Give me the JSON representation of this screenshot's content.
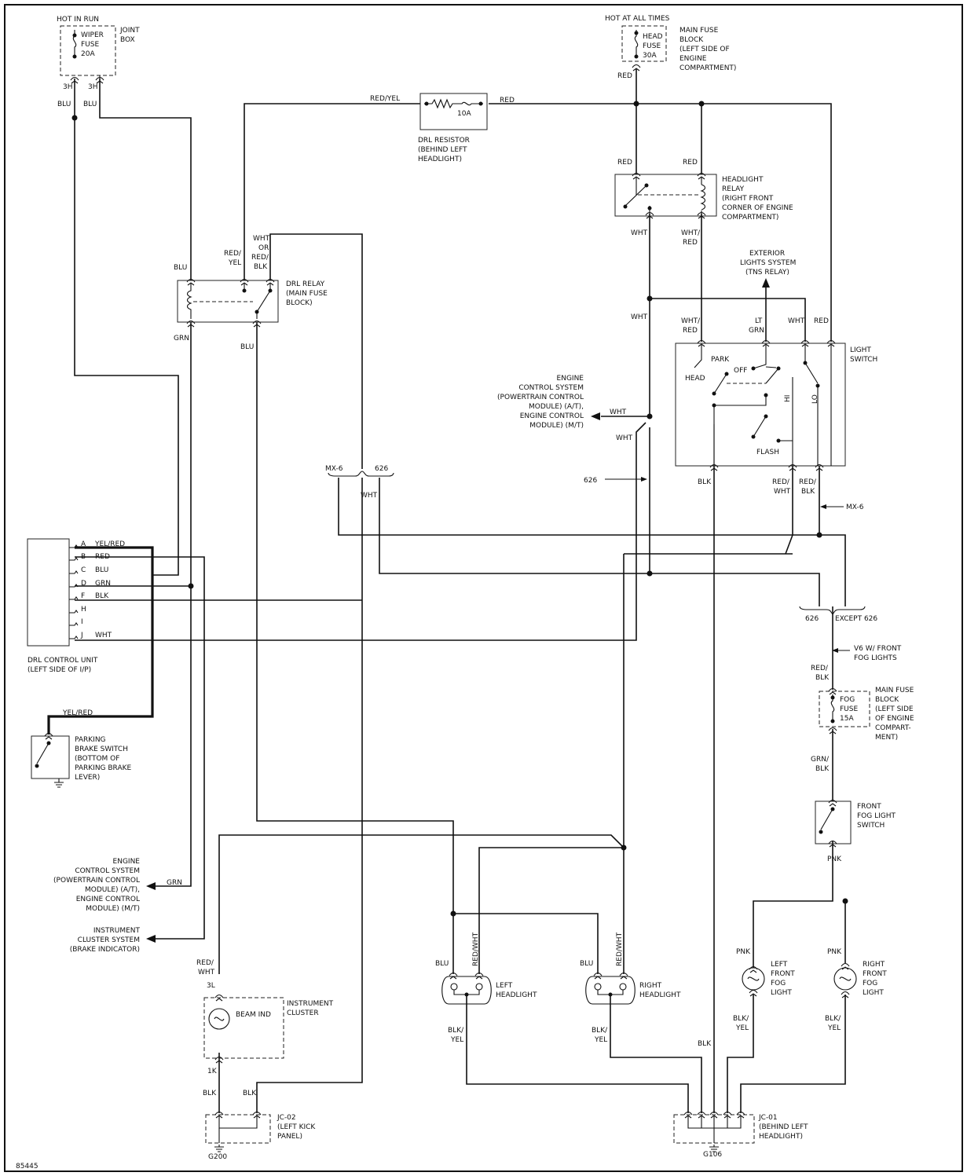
{
  "labels": {
    "hot_in_run": "HOT IN RUN",
    "wiper_fuse": [
      "WIPER",
      "FUSE",
      "20A"
    ],
    "joint_box": [
      "JOINT",
      "BOX"
    ],
    "pin_3h": "3H",
    "blu": "BLU",
    "hot_at_all_times": "HOT AT ALL TIMES",
    "head_fuse": [
      "HEAD",
      "FUSE",
      "30A"
    ],
    "main_fuse_block_top": [
      "MAIN FUSE",
      "BLOCK",
      "(LEFT SIDE OF",
      "ENGINE",
      "COMPARTMENT)"
    ],
    "red": "RED",
    "red_yel": "RED/YEL",
    "resistor_fuse": "10A",
    "drl_resistor": [
      "DRL RESISTOR",
      "(BEHIND LEFT",
      "HEADLIGHT)"
    ],
    "headlight_relay": [
      "HEADLIGHT",
      "RELAY",
      "(RIGHT FRONT",
      "CORNER OF ENGINE",
      "COMPARTMENT)"
    ],
    "wht": "WHT",
    "wht_red": [
      "WHT/",
      "RED"
    ],
    "exterior_lights": [
      "EXTERIOR",
      "LIGHTS SYSTEM",
      "(TNS RELAY)"
    ],
    "lt_grn": [
      "LT",
      "GRN"
    ],
    "light_switch": [
      "LIGHT",
      "SWITCH"
    ],
    "park": "PARK",
    "off": "OFF",
    "head": "HEAD",
    "hi": "HI",
    "lo": "LO",
    "flash": "FLASH",
    "red_yel_stack": [
      "RED/",
      "YEL"
    ],
    "wht_or_red_blk": [
      "WHT",
      "OR",
      "RED/",
      "BLK"
    ],
    "drl_relay": [
      "DRL RELAY",
      "(MAIN FUSE",
      "BLOCK)"
    ],
    "grn": "GRN",
    "engine_control_right": [
      "ENGINE",
      "CONTROL SYSTEM",
      "(POWERTRAIN CONTROL",
      "MODULE) (A/T),",
      "ENGINE CONTROL",
      "MODULE) (M/T)"
    ],
    "mx6": "MX-6",
    "code_626": "626",
    "blk": "BLK",
    "red_wht": [
      "RED/",
      "WHT"
    ],
    "red_blk": [
      "RED/",
      "BLK"
    ],
    "except_626": "EXCEPT 626",
    "drl_pins": [
      {
        "pin": "A",
        "wire": "YEL/RED"
      },
      {
        "pin": "B",
        "wire": "RED"
      },
      {
        "pin": "C",
        "wire": "BLU"
      },
      {
        "pin": "D",
        "wire": "GRN"
      },
      {
        "pin": "F",
        "wire": "BLK"
      },
      {
        "pin": "H",
        "wire": ""
      },
      {
        "pin": "I",
        "wire": ""
      },
      {
        "pin": "J",
        "wire": "WHT"
      }
    ],
    "drl_control_unit": [
      "DRL CONTROL UNIT",
      "(LEFT SIDE OF I/P)"
    ],
    "yel_red": "YEL/RED",
    "parking_brake": [
      "PARKING",
      "BRAKE SWITCH",
      "(BOTTOM OF",
      "PARKING BRAKE",
      "LEVER)"
    ],
    "v6_fog": [
      "V6 W/ FRONT",
      "FOG LIGHTS"
    ],
    "fog_fuse": [
      "FOG",
      "FUSE",
      "15A"
    ],
    "main_fuse_block_right": [
      "MAIN FUSE",
      "BLOCK",
      "(LEFT SIDE",
      "OF ENGINE",
      "COMPART-",
      "MENT)"
    ],
    "grn_blk": [
      "GRN/",
      "BLK"
    ],
    "front_fog_switch": [
      "FRONT",
      "FOG LIGHT",
      "SWITCH"
    ],
    "pnk": "PNK",
    "engine_control_left": [
      "ENGINE",
      "CONTROL SYSTEM",
      "(POWERTRAIN CONTROL",
      "MODULE) (A/T),",
      "ENGINE CONTROL",
      "MODULE) (M/T)"
    ],
    "instrument_cluster_system": [
      "INSTRUMENT",
      "CLUSTER SYSTEM",
      "(BRAKE INDICATOR)"
    ],
    "pin_3l": "3L",
    "pin_1k": "1K",
    "beam_ind": "BEAM IND",
    "instrument_cluster": [
      "INSTRUMENT",
      "CLUSTER"
    ],
    "red_wht_vert": "RED/WHT",
    "left_headlight": [
      "LEFT",
      "HEADLIGHT"
    ],
    "right_headlight": [
      "RIGHT",
      "HEADLIGHT"
    ],
    "blk_yel": [
      "BLK/",
      "YEL"
    ],
    "left_fog": [
      "LEFT",
      "FRONT",
      "FOG",
      "LIGHT"
    ],
    "right_fog": [
      "RIGHT",
      "FRONT",
      "FOG",
      "LIGHT"
    ],
    "jc02": [
      "JC-02",
      "(LEFT KICK",
      "PANEL)"
    ],
    "jc01": [
      "JC-01",
      "(BEHIND LEFT",
      "HEADLIGHT)"
    ],
    "g200": "G200",
    "g106": "G106",
    "fig_number": "85445"
  }
}
